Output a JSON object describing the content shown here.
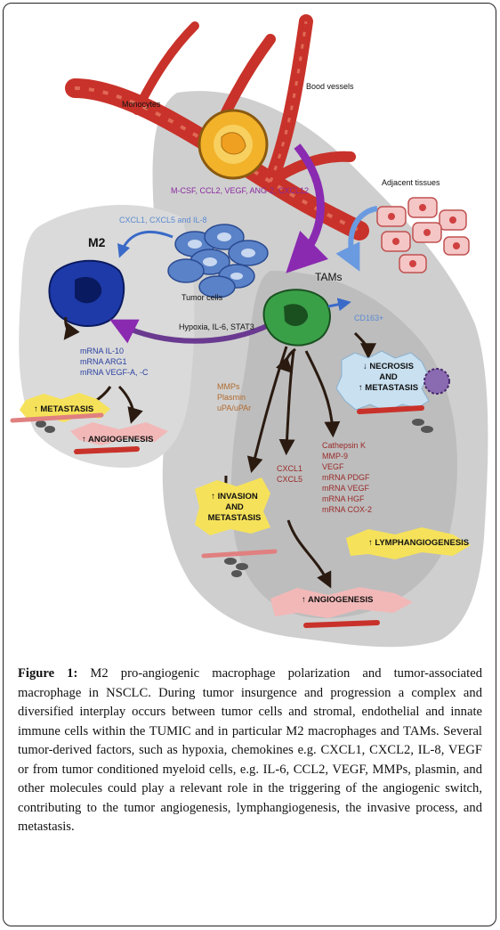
{
  "labels": {
    "monocytes": "Monocytes",
    "blood_vessels": "Bood vessels",
    "adjacent_tissues": "Adjacent tissues",
    "factors_top": "M-CSF, CCL2, VEGF, ANG-2, CXCL12",
    "cxcl_top": "CXCL1, CXCL5 and IL-8",
    "m2": "M2",
    "tumor_cells": "Tumor cells",
    "tams": "TAMs",
    "hypoxia": "Hypoxia, IL-6, STAT3",
    "cd163": "CD163+",
    "m2_mrna": [
      "mRNA IL-10",
      "mRNA ARG1",
      "mRNA VEGF-A, -C"
    ],
    "metastasis_left": "METASTASIS",
    "angiogenesis_left": "ANGIOGENESIS",
    "necrosis": [
      "NECROSIS",
      "AND",
      "METASTASIS"
    ],
    "mmps": [
      "MMPs",
      "Plasmin",
      "uPA/uPAr"
    ],
    "cxcl_mid": [
      "CXCL1",
      "CXCL5"
    ],
    "cathepsin": [
      "Cathepsin K",
      "MMP-9",
      "VEGF",
      "mRNA PDGF",
      "mRNA VEGF",
      "mRNA HGF",
      "mRNA COX-2"
    ],
    "invasion": [
      "INVASION",
      "AND",
      "METASTASIS"
    ],
    "lymphangiogenesis": "LYMPHANGIOGENESIS",
    "angiogenesis_bottom": "ANGIOGENESIS"
  },
  "caption": {
    "label": "Figure 1:",
    "text": " M2 pro-angiogenic macrophage polarization and tumor-associated macrophage in NSCLC. During tumor insurgence and progression a complex and diversified interplay occurs between tumor cells and stromal, endothelial and innate immune cells within the TUMIC and in particular M2 macrophages and TAMs. Several tumor-derived factors, such as hypoxia, chemokines e.g. CXCL1, CXCL2, IL-8, VEGF or from tumor conditioned myeloid cells, e.g. IL-6, CCL2, VEGF, MMPs, plasmin, and other molecules could play a relevant role in the triggering of the angiogenic switch, contributing to the tumor angiogenesis, lymphangiogenesis, the invasive process, and metastasis."
  },
  "colors": {
    "tissue": "#c8c8c8",
    "vessel": "#c8322a",
    "monocyte": "#f2b22a",
    "tam": "#3aa048",
    "m2_cell": "#1e3aa8",
    "purple_arrow": "#8a2ab0",
    "burst_yellow": "#f6e25a",
    "burst_pink": "#f2a8a8"
  }
}
